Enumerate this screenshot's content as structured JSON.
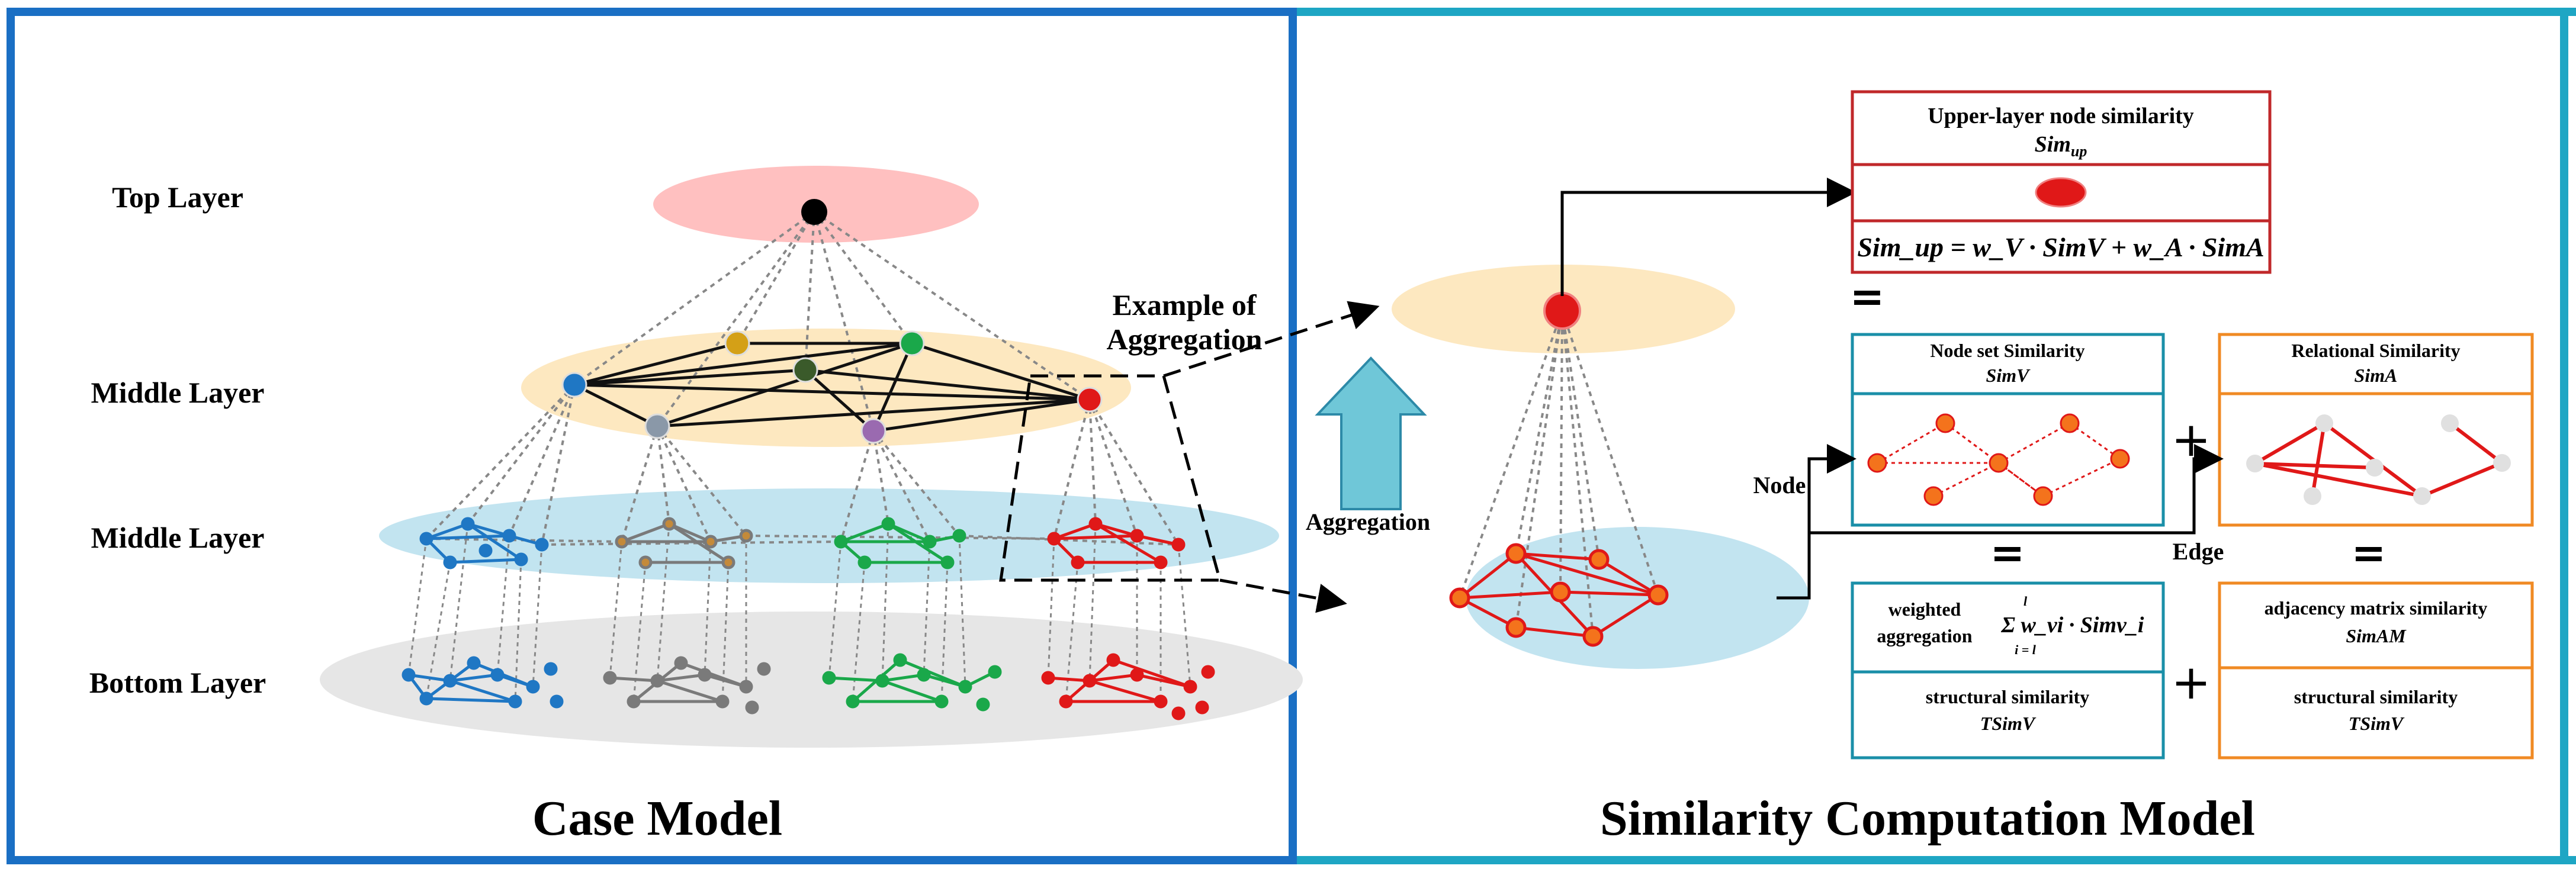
{
  "left_panel": {
    "title": "Case Model",
    "layers": [
      "Top Layer",
      "Middle Layer",
      "Middle Layer",
      "Bottom Layer"
    ],
    "example_label_line1": "Example of",
    "example_label_line2": "Aggregation"
  },
  "right_panel": {
    "title": "Similarity Computation Model",
    "aggregation_label": "Aggregation",
    "node_label": "Node",
    "edge_label": "Edge",
    "upper_box": {
      "title": "Upper-layer node similarity",
      "symbol": "Sim",
      "symbol_sub": "up",
      "formula": "Sim_up = w_V · SimV + w_A · SimA"
    },
    "equals_symbol": "=",
    "plus_symbol": "+",
    "node_set_box": {
      "title": "Node set Similarity",
      "symbol": "SimV"
    },
    "relational_box": {
      "title": "Relational Similarity",
      "symbol": "SimA"
    },
    "weighted_box": {
      "label_line1": "weighted",
      "label_line2": "aggregation",
      "formula": "Σ w_vi · Simv_i",
      "sum_top": "l",
      "sum_bottom": "i = l"
    },
    "adjacency_box": {
      "title": "adjacency matrix similarity",
      "symbol": "SimAM"
    },
    "structural_left": {
      "title": "structural similarity",
      "symbol": "TSimV"
    },
    "structural_right": {
      "title": "structural similarity",
      "symbol": "TSimV"
    }
  },
  "colors": {
    "left_border": "#1a6fc4",
    "right_border": "#1ea6c4",
    "top_ellipse": "#ffc0c0",
    "middle_ellipse": "#fde8c0",
    "middle2_ellipse": "#c2e4f0",
    "bottom_ellipse": "#e8e8e8",
    "teal_box": "#1a8fa8",
    "orange_box": "#f08a24",
    "red_box": "#c0282a",
    "blue_cluster": "#1f77c4",
    "gray_cluster": "#7a7a7a",
    "green_cluster": "#1aa84a",
    "red_cluster": "#e01818"
  }
}
